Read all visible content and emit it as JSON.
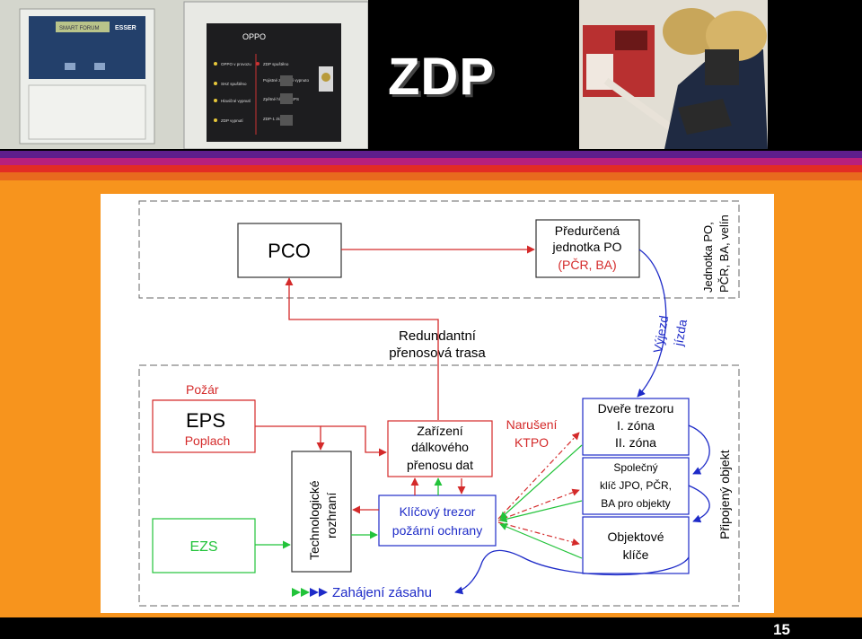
{
  "slide_title": "ZDP",
  "page_number": "15",
  "colors": {
    "background": "#f7941d",
    "header": "#000000",
    "diagram_red": "#d42a2a",
    "diagram_green": "#22c33a",
    "diagram_blue": "#1e2bc8"
  },
  "photo_left": {
    "panel1_display": "SMART FORUM",
    "panel1_brand": "ESSER",
    "panel2_title": "OPPO",
    "panel2_labels": [
      "OPPO v provozu",
      "ZDP spuštěno",
      "SHZ spuštěno",
      "Pojistné zvládání vypnuto",
      "Hlavičné vypnutí",
      "Zpětné hlášení EPS",
      "ZDP vypnutí",
      "ZDP-1 zkouška"
    ]
  },
  "diagram": {
    "pco": "PCO",
    "predurcena_line1": "Předurčená",
    "predurcena_line2": "jednotka PO",
    "predurcena_line3": "(PČR, BA)",
    "side_top_line1": "Jednotka PO,",
    "side_top_line2": "PČR, BA, velín",
    "vyjezd": "Výjezd",
    "jizda": "jízda",
    "redundant_line1": "Redundantní",
    "redundant_line2": "přenosová trasa",
    "pozar": "Požár",
    "eps": "EPS",
    "poplach": "Poplach",
    "zarizeni_line1": "Zařízení",
    "zarizeni_line2": "dálkového",
    "zarizeni_line3": "přenosu dat",
    "naruseni_line1": "Narušení",
    "naruseni_line2": "KTPO",
    "tech_line1": "Technologické",
    "tech_line2": "rozhraní",
    "ezs": "EZS",
    "trezor_line1": "Klíčový trezor",
    "trezor_line2": "požární ochrany",
    "dvere_line1": "Dveře trezoru",
    "dvere_line2": "I. zóna",
    "dvere_line3": "II. zóna",
    "spolecny_line1": "Společný",
    "spolecny_line2": "klíč JPO, PČR,",
    "spolecny_line3": "BA pro objekty",
    "objektove_line1": "Objektové",
    "objektove_line2": "klíče",
    "side_bottom": "Připojený objekt",
    "zahajeni": "Zahájení zásahu"
  }
}
